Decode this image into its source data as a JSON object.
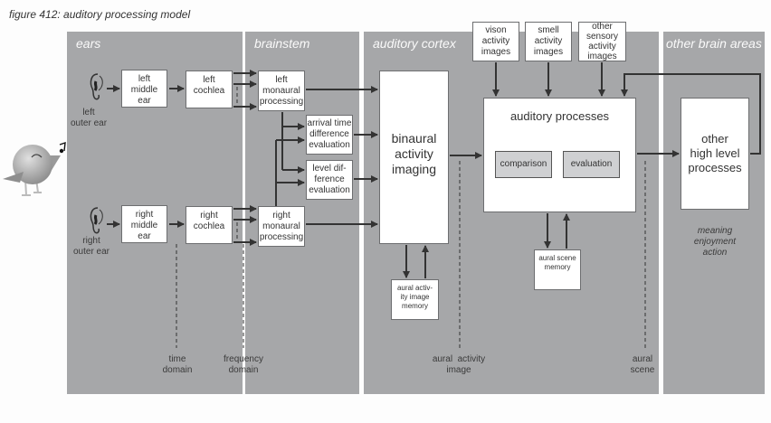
{
  "figure_title": "figure 412: auditory processing model",
  "panels": {
    "ears": "ears",
    "brainstem": "brainstem",
    "auditory_cortex": "auditory cortex",
    "other_brain_areas": "other brain areas"
  },
  "boxes": {
    "left_middle_ear": "left\nmiddle\near",
    "left_cochlea": "left\ncochlea",
    "right_middle_ear": "right\nmiddle\near",
    "right_cochlea": "right\ncochlea",
    "left_monaural": "left\nmonaural\nprocessing",
    "right_monaural": "right\nmonaural\nprocessing",
    "arrival_time": "arrival time\ndifference\nevaluation",
    "level_difference": "level dif-\nference\nevaluation",
    "binaural": "binaural\nactivity\nimaging",
    "aural_activity_memory": "aural activ-\nity image\nmemory",
    "vision_images": "vison\nactivity\nimages",
    "smell_images": "smell\nactivity\nimages",
    "other_sensory_images": "other\nsensory\nactivity\nimages",
    "auditory_processes": "auditory processes",
    "comparison": "comparison",
    "evaluation": "evaluation",
    "aural_scene_memory": "aural scene\nmemory",
    "other_high_level": "other\nhigh level\nprocesses"
  },
  "labels": {
    "left_outer_ear": "left\nouter ear",
    "right_outer_ear": "right\nouter ear",
    "time_domain": "time\ndomain",
    "frequency_domain": "frequency\ndomain",
    "aural_activity_image": "aural  activity\nimage",
    "aural_scene": "aural\nscene",
    "outcomes": "meaning\nenjoyment\naction"
  },
  "colors": {
    "panel": "#a6a7a9",
    "box": "#ffffff",
    "box_gray": "#cfd0d2",
    "arrow": "#333333"
  }
}
